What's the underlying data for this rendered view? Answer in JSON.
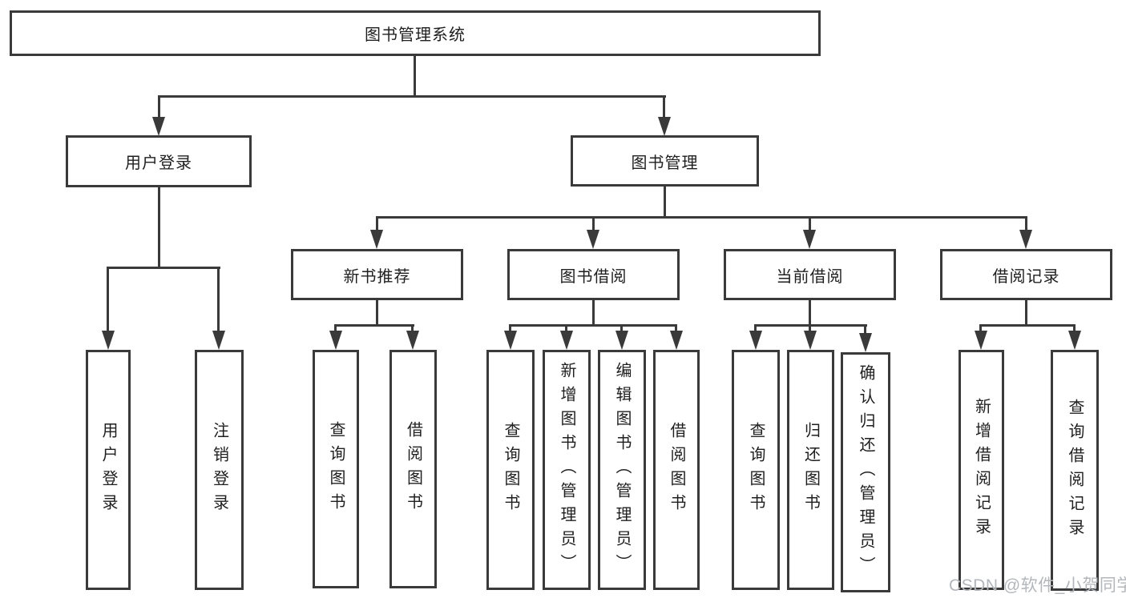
{
  "diagram": {
    "root": {
      "label": "图书管理系统"
    },
    "modules": {
      "user_login": {
        "label": "用户登录"
      },
      "book_management": {
        "label": "图书管理"
      }
    },
    "sections": {
      "new_book_recommendation": {
        "label": "新书推荐"
      },
      "book_borrowing": {
        "label": "图书借阅"
      },
      "current_borrowing": {
        "label": "当前借阅"
      },
      "borrowing_records": {
        "label": "借阅记录"
      }
    },
    "leaves": {
      "user_login": "用户登录",
      "logout": "注销登录",
      "recommend_query_books": "查询图书",
      "recommend_borrow_books": "借阅图书",
      "borrow_query_books": "查询图书",
      "borrow_add_books": "新增图书（管理员）",
      "borrow_edit_books": "编辑图书（管理员）",
      "borrow_borrow_books": "借阅图书",
      "current_query_books": "查询图书",
      "current_return_books": "归还图书",
      "current_confirm_return": "确认归还（管理员）",
      "records_add_record": "新增借阅记录",
      "records_query_record": "查询借阅记录"
    }
  },
  "watermark": {
    "text": "CSDN @软件_小贺同学"
  },
  "colors": {
    "line": "#3a3a3a",
    "text": "#1f1f1f",
    "background": "#ffffff",
    "watermark": "#b3b7bb"
  }
}
